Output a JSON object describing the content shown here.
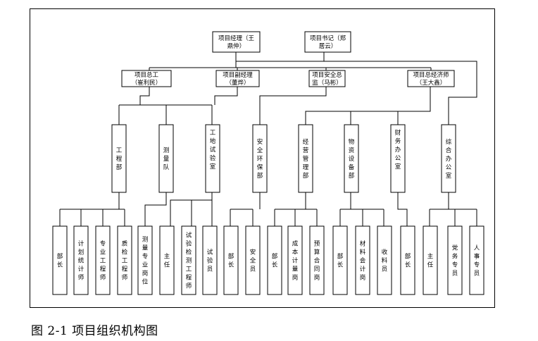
{
  "caption": "图 2-1 项目组织机构图",
  "nodes": {
    "pm": "项目经理（王|鼎仲）",
    "sec": "项目书记（郑|居云）",
    "ce": "项目总工|（崔利民）",
    "dpm": "项目副经理|（董烨）",
    "safe": "项目安全总|监（马彬）",
    "econ": "项目总经济师|（王大鑫）",
    "gcb": "工程部",
    "clb": "测量队",
    "gdsys": "工地试验室",
    "aqhb": "安全环保部",
    "jygl": "经营管理部",
    "wzsb": "物资设备部",
    "cwbg": "财务办公室",
    "zhbg": "综合办公室",
    "s_bz1": "部长",
    "s_jh": "计划统计师",
    "s_zy": "专业工程师",
    "s_zj": "质检工程师",
    "s_cl": "测量专业岗位",
    "s_zr1": "主任",
    "s_sy": "试验检测工程师",
    "s_syy": "试验员",
    "s_bz2": "部长",
    "s_aq": "安全员",
    "s_bz3": "部长",
    "s_cb": "成本计量岗",
    "s_ys": "预算合同岗",
    "s_bz4": "部长",
    "s_clk": "材料会计岗",
    "s_sl": "收料员",
    "s_bz5": "部长",
    "s_zr2": "主任",
    "s_dw": "党务专员",
    "s_rs": "人事专员"
  }
}
